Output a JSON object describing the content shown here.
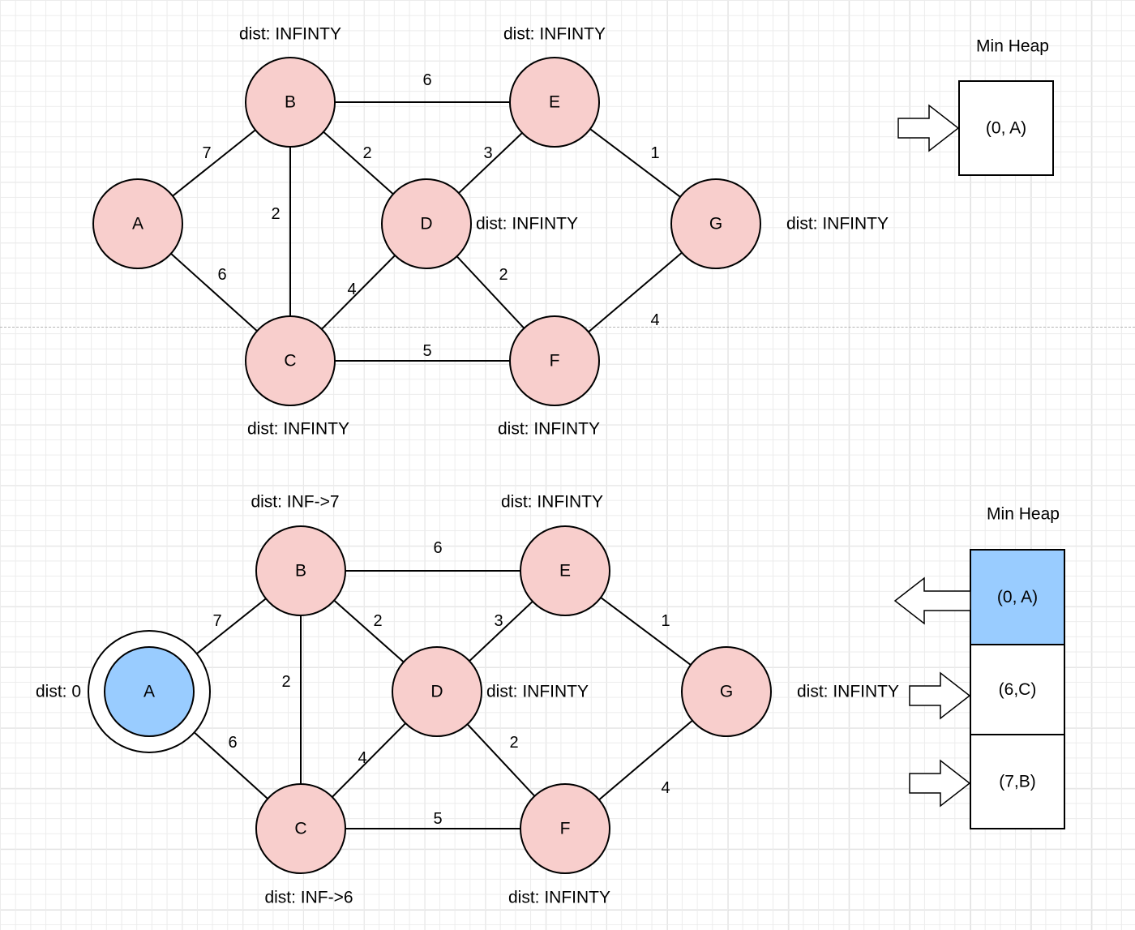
{
  "colors": {
    "node_default": "#f8cecc",
    "node_visited": "#99ccff",
    "heap_active": "#99ccff",
    "stroke": "#000000"
  },
  "panels": [
    {
      "id": "top",
      "nodes": [
        {
          "id": "A",
          "label": "A",
          "visited": false
        },
        {
          "id": "B",
          "label": "B",
          "visited": false,
          "dist": "dist: INFINTY"
        },
        {
          "id": "C",
          "label": "C",
          "visited": false,
          "dist": "dist: INFINTY"
        },
        {
          "id": "D",
          "label": "D",
          "visited": false,
          "dist": "dist: INFINTY"
        },
        {
          "id": "E",
          "label": "E",
          "visited": false,
          "dist": "dist: INFINTY"
        },
        {
          "id": "F",
          "label": "F",
          "visited": false,
          "dist": "dist: INFINTY"
        },
        {
          "id": "G",
          "label": "G",
          "visited": false,
          "dist": "dist: INFINTY"
        }
      ],
      "edges": [
        {
          "from": "A",
          "to": "B",
          "weight": "7"
        },
        {
          "from": "A",
          "to": "C",
          "weight": "6"
        },
        {
          "from": "B",
          "to": "C",
          "weight": "2"
        },
        {
          "from": "B",
          "to": "D",
          "weight": "2"
        },
        {
          "from": "B",
          "to": "E",
          "weight": "6"
        },
        {
          "from": "C",
          "to": "D",
          "weight": "4"
        },
        {
          "from": "C",
          "to": "F",
          "weight": "5"
        },
        {
          "from": "D",
          "to": "E",
          "weight": "3"
        },
        {
          "from": "D",
          "to": "F",
          "weight": "2"
        },
        {
          "from": "E",
          "to": "G",
          "weight": "1"
        },
        {
          "from": "F",
          "to": "G",
          "weight": "4"
        }
      ],
      "heap": {
        "title": "Min Heap",
        "cells": [
          {
            "text": "(0, A)",
            "active": false,
            "arrow": "in"
          }
        ]
      }
    },
    {
      "id": "bottom",
      "nodes": [
        {
          "id": "A",
          "label": "A",
          "visited": true,
          "dist": "dist: 0"
        },
        {
          "id": "B",
          "label": "B",
          "visited": false,
          "dist": "dist: INF->7"
        },
        {
          "id": "C",
          "label": "C",
          "visited": false,
          "dist": "dist: INF->6"
        },
        {
          "id": "D",
          "label": "D",
          "visited": false,
          "dist": "dist: INFINTY"
        },
        {
          "id": "E",
          "label": "E",
          "visited": false,
          "dist": "dist: INFINTY"
        },
        {
          "id": "F",
          "label": "F",
          "visited": false,
          "dist": "dist: INFINTY"
        },
        {
          "id": "G",
          "label": "G",
          "visited": false,
          "dist": "dist: INFINTY"
        }
      ],
      "edges": [
        {
          "from": "A",
          "to": "B",
          "weight": "7"
        },
        {
          "from": "A",
          "to": "C",
          "weight": "6"
        },
        {
          "from": "B",
          "to": "C",
          "weight": "2"
        },
        {
          "from": "B",
          "to": "D",
          "weight": "2"
        },
        {
          "from": "B",
          "to": "E",
          "weight": "6"
        },
        {
          "from": "C",
          "to": "D",
          "weight": "4"
        },
        {
          "from": "C",
          "to": "F",
          "weight": "5"
        },
        {
          "from": "D",
          "to": "E",
          "weight": "3"
        },
        {
          "from": "D",
          "to": "F",
          "weight": "2"
        },
        {
          "from": "E",
          "to": "G",
          "weight": "1"
        },
        {
          "from": "F",
          "to": "G",
          "weight": "4"
        }
      ],
      "heap": {
        "title": "Min Heap",
        "cells": [
          {
            "text": "(0, A)",
            "active": true,
            "arrow": "out"
          },
          {
            "text": "(6,C)",
            "active": false,
            "arrow": "in"
          },
          {
            "text": "(7,B)",
            "active": false,
            "arrow": "in"
          }
        ]
      }
    }
  ]
}
